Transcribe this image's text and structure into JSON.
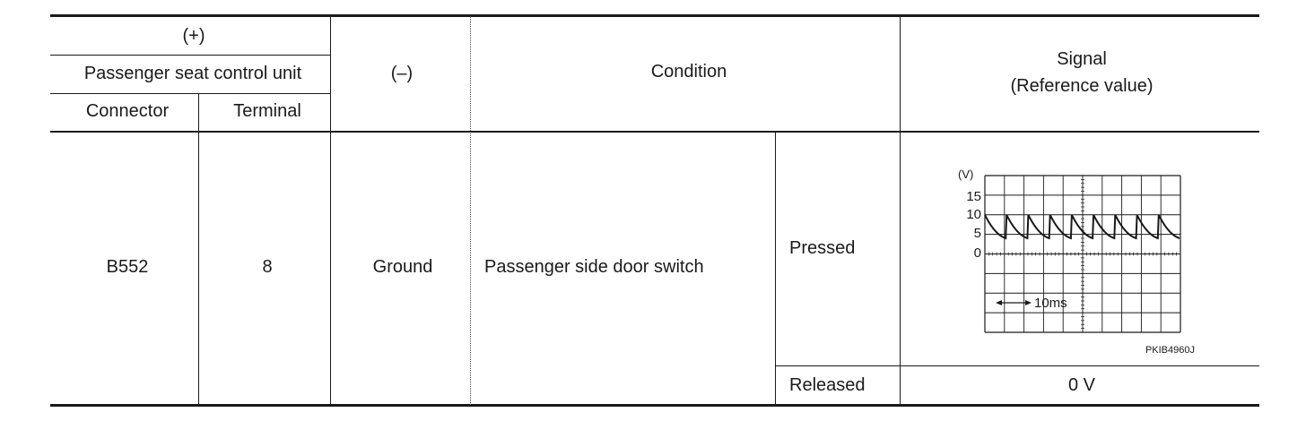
{
  "header": {
    "plus": "(+)",
    "unit": "Passenger seat control unit",
    "connector": "Connector",
    "terminal": "Terminal",
    "minus": "(–)",
    "condition": "Condition",
    "signal_line1": "Signal",
    "signal_line2": "(Reference value)"
  },
  "row": {
    "connector": "B552",
    "terminal": "8",
    "ground": "Ground",
    "condition": "Passenger side door switch",
    "state_pressed": "Pressed",
    "state_released": "Released",
    "released_value": "0 V"
  },
  "waveform": {
    "y_unit": "(V)",
    "y_ticks": [
      "15",
      "10",
      "5",
      "0"
    ],
    "time_label": "10ms",
    "figure_code": "PKIB4960J",
    "pulses": 9,
    "peak_v": 10,
    "low_v": 4
  }
}
